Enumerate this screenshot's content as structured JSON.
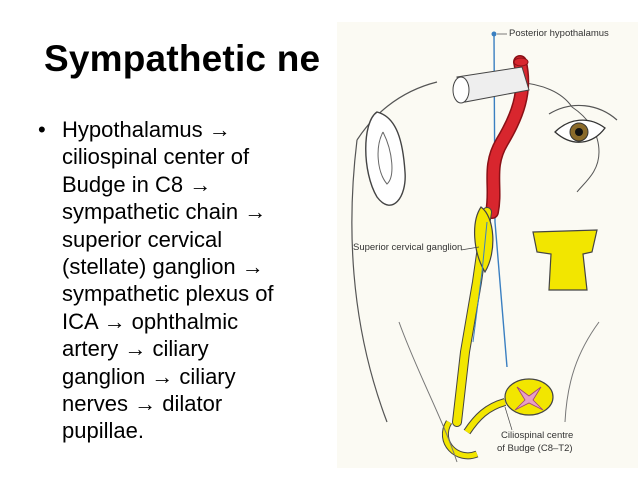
{
  "slide": {
    "title": "Sympathetic ne",
    "bullet_symbol": "•",
    "bullet_lines": [
      "Hypothalamus →",
      "ciliospinal center of",
      "Budge in C8 →",
      "sympathetic chain →",
      "superior cervical",
      "(stellate) ganglion →",
      "sympathetic plexus of",
      "ICA → ophthalmic",
      "artery → ciliary",
      "ganglion → ciliary",
      "nerves → dilator",
      "pupillae."
    ]
  },
  "figure": {
    "labels": {
      "posterior_hypothalamus": "Posterior hypothalamus",
      "superior_cervical_ganglion": "Superior cervical ganglion",
      "ciliospinal_line1": "Ciliospinal centre",
      "ciliospinal_line2": "of Budge (C8–T2)"
    },
    "colors": {
      "artery": "#d8262e",
      "nerve": "#f2e600",
      "pathway_line": "#3a7fc1",
      "spinal_grey": "#e79fc6"
    }
  }
}
